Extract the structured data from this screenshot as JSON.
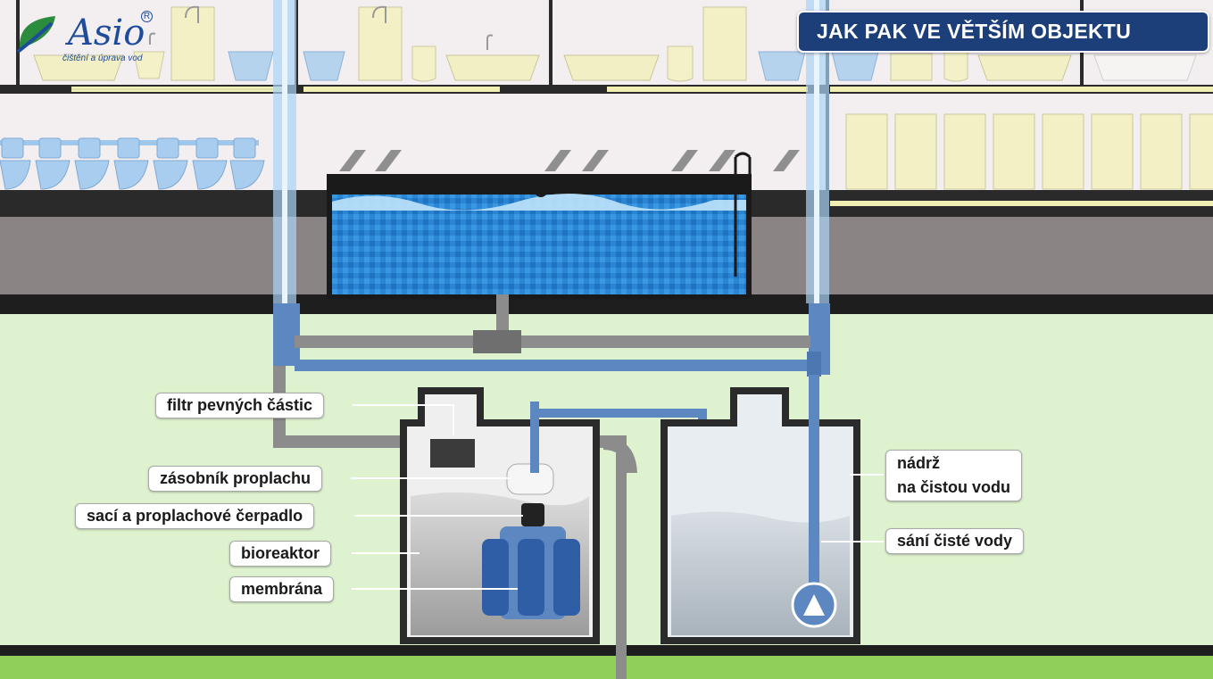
{
  "logo": {
    "wordmark": "Asio",
    "registered": "R",
    "tagline": "čištění a úprava vod",
    "leaf_color": "#2a8c3c",
    "brand_color": "#1e4b9a"
  },
  "title": "JAK PAK VE VĚTŠÍM OBJEKTU",
  "callouts": {
    "filter": "filtr pevných částic",
    "flush_tank": "zásobník proplachu",
    "pump": "sací a proplachové čerpadlo",
    "bioreactor": "bioreaktor",
    "membrane": "membrána",
    "clean_tank_line1": "nádrž",
    "clean_tank_line2": "na čistou vodu",
    "clean_suction": "sání čisté vody"
  },
  "colors": {
    "title_bg": "#1c3f7a",
    "ground": "#def2cf",
    "grass": "#8fcf5a",
    "pool_water": "#2d8ed8",
    "clean_pipe": "#6fa3d6",
    "grey_pipe": "#8c8c8c",
    "tank_outline": "#2b2b2b"
  },
  "icons": [
    "washbasin-icon",
    "bathtub-icon",
    "toilet-icon",
    "urinal-icon",
    "shower-icon",
    "sunbed-icon",
    "swimmer-icon",
    "pool-ladder-icon",
    "flush-tank-icon",
    "pump-icon",
    "membrane-module-icon",
    "submersible-pump-icon"
  ]
}
